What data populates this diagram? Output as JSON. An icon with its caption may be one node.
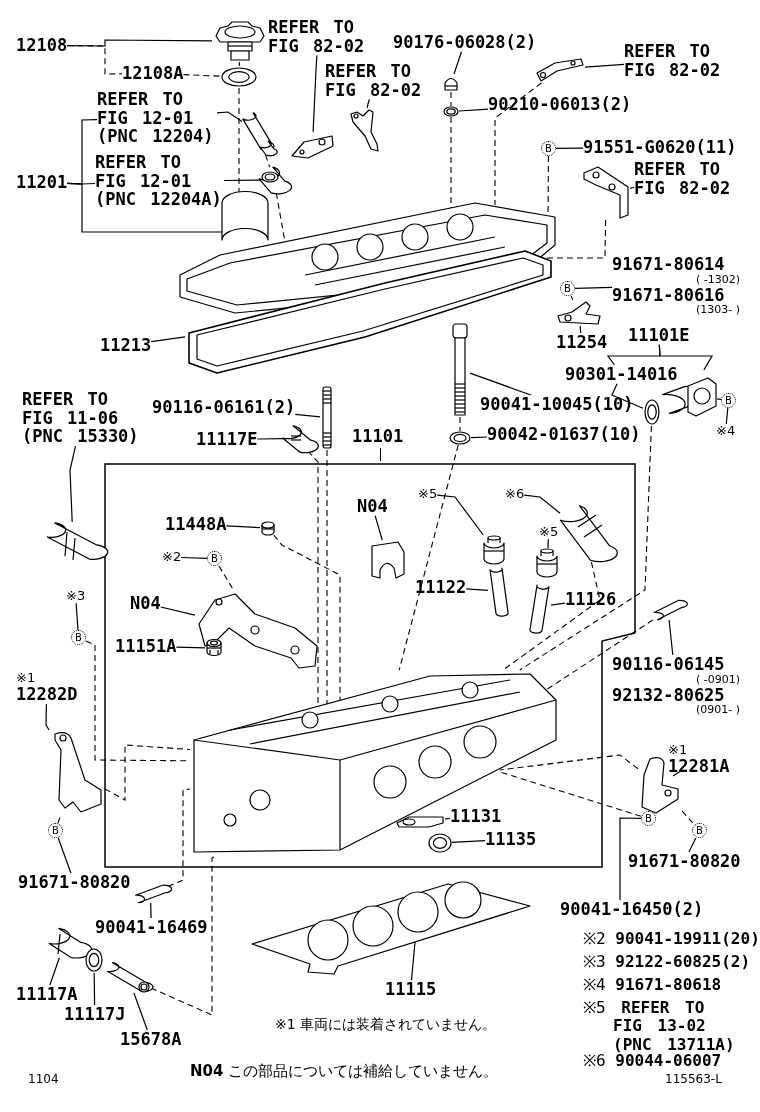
{
  "diagram": {
    "nodes": [
      {
        "text": [
          "12108"
        ]
      },
      {
        "text": [],
        "shape": "picture"
      },
      {
        "text": [
          "12108A"
        ]
      },
      {
        "text": [],
        "shape": "picture"
      },
      {
        "text": [
          "REFER TO FIG 82-02"
        ]
      },
      {
        "text": [
          "REFER TO FIG 82-02"
        ]
      },
      {
        "text": [],
        "shape": "picture"
      },
      {
        "text": [],
        "shape": "picture"
      },
      {
        "text": [
          "90176-06028(2)"
        ]
      },
      {
        "text": [],
        "shape": "picture"
      },
      {
        "text": [
          "90210-06013(2)"
        ]
      },
      {
        "text": [],
        "shape": "picture"
      },
      {
        "text": [
          "REFER TO FIG 82-02"
        ]
      },
      {
        "text": [],
        "shape": "picture"
      },
      {
        "text": [
          "REFER TO FIG 12-01 (PNC 12204)"
        ]
      },
      {
        "text": [],
        "shape": "picture"
      },
      {
        "text": [
          "11201"
        ]
      },
      {
        "text": [
          "REFER TO FIG 12-01 (PNC 12204A)"
        ]
      },
      {
        "text": [],
        "shape": "picture"
      },
      {
        "text": [
          "B"
        ]
      },
      {
        "text": [
          "91551-G0620(11)"
        ]
      },
      {
        "text": [
          "REFER TO FIG 82-02"
        ]
      },
      {
        "text": [],
        "shape": "picture"
      },
      {
        "text": [],
        "shape": "picture"
      },
      {
        "text": [
          "91671-80614",
          "( -1302)",
          "91671-80616",
          "(1303- )"
        ]
      },
      {
        "text": [
          "B"
        ]
      },
      {
        "text": [],
        "shape": "picture"
      },
      {
        "text": [
          "11213"
        ]
      },
      {
        "text": [],
        "shape": "picture"
      },
      {
        "text": [
          "11254"
        ]
      },
      {
        "text": [
          "11101E"
        ]
      },
      {
        "text": [
          "90301-14016"
        ]
      },
      {
        "text": [],
        "shape": "picture"
      },
      {
        "text": [],
        "shape": "picture"
      },
      {
        "text": [
          "B"
        ]
      },
      {
        "text": [
          "※4"
        ]
      },
      {
        "text": [
          "90116-06161(2)"
        ]
      },
      {
        "text": [],
        "shape": "picture"
      },
      {
        "text": [
          "90041-10045(10)"
        ]
      },
      {
        "text": [],
        "shape": "picture"
      },
      {
        "text": [
          "90042-01637(10)"
        ]
      },
      {
        "text": [],
        "shape": "picture"
      },
      {
        "text": [
          "REFER TO FIG 11-06 (PNC 15330)"
        ]
      },
      {
        "text": [
          "11117E"
        ]
      },
      {
        "text": [],
        "shape": "picture"
      },
      {
        "text": [],
        "shape": "picture"
      },
      {
        "text": [
          "11101"
        ]
      },
      {
        "text": [
          "11448A"
        ],
        "in": 46
      },
      {
        "text": [],
        "shape": "picture",
        "in": 46
      },
      {
        "text": [
          "※2"
        ],
        "in": 46
      },
      {
        "text": [
          "B"
        ],
        "in": 46
      },
      {
        "text": [
          "N04"
        ],
        "in": 46
      },
      {
        "text": [],
        "shape": "picture",
        "in": 46
      },
      {
        "text": [
          "N04"
        ],
        "in": 46
      },
      {
        "text": [],
        "shape": "picture",
        "in": 46
      },
      {
        "text": [
          "11151A"
        ],
        "in": 46
      },
      {
        "text": [],
        "shape": "picture",
        "in": 46
      },
      {
        "text": [
          "※5"
        ],
        "in": 46
      },
      {
        "text": [],
        "shape": "picture",
        "in": 46
      },
      {
        "text": [
          "※6"
        ],
        "in": 46
      },
      {
        "text": [],
        "shape": "picture",
        "in": 46
      },
      {
        "text": [
          "※5"
        ],
        "in": 46
      },
      {
        "text": [],
        "shape": "picture",
        "in": 46
      },
      {
        "text": [
          "11122"
        ],
        "in": 46
      },
      {
        "text": [],
        "shape": "picture",
        "in": 46
      },
      {
        "text": [
          "11126"
        ],
        "in": 46
      },
      {
        "text": [],
        "shape": "picture",
        "in": 46
      },
      {
        "text": [],
        "shape": "picture",
        "in": 46
      },
      {
        "text": [
          "11131"
        ],
        "in": 46
      },
      {
        "text": [],
        "shape": "picture",
        "in": 46
      },
      {
        "text": [
          "11135"
        ],
        "in": 46
      },
      {
        "text": [],
        "shape": "picture",
        "in": 46
      },
      {
        "text": [
          "※3"
        ]
      },
      {
        "text": [
          "B"
        ]
      },
      {
        "text": [
          "※1",
          "12282D"
        ]
      },
      {
        "text": [],
        "shape": "picture"
      },
      {
        "text": [
          "B"
        ]
      },
      {
        "text": [
          "91671-80820"
        ]
      },
      {
        "text": [
          "90116-06145",
          "( -0901)",
          "92132-80625",
          "(0901- )"
        ]
      },
      {
        "text": [],
        "shape": "picture"
      },
      {
        "text": [
          "※1",
          "12281A"
        ]
      },
      {
        "text": [],
        "shape": "picture"
      },
      {
        "text": [
          "B"
        ]
      },
      {
        "text": [
          "91671-80820"
        ]
      },
      {
        "text": [
          "B"
        ]
      },
      {
        "text": [
          "90041-16450(2)"
        ]
      },
      {
        "text": [],
        "shape": "picture"
      },
      {
        "text": [
          "90041-16469"
        ]
      },
      {
        "text": [],
        "shape": "picture"
      },
      {
        "text": [
          "11117A"
        ]
      },
      {
        "text": [],
        "shape": "picture"
      },
      {
        "text": [
          "11117J"
        ]
      },
      {
        "text": [],
        "shape": "picture"
      },
      {
        "text": [
          "15678A"
        ]
      },
      {
        "text": [],
        "shape": "picture"
      },
      {
        "text": [
          "11115"
        ]
      }
    ],
    "edges": [
      {
        "from": 0,
        "to": 1,
        "arrow": "none"
      },
      {
        "from": 0,
        "to": 2,
        "arrow": "none",
        "style": "dashed"
      },
      {
        "from": 2,
        "to": 3,
        "arrow": "none",
        "style": "dashed"
      },
      {
        "from": 1,
        "to": 3,
        "arrow": "none",
        "style": "dashed"
      },
      {
        "from": 3,
        "to": 23,
        "arrow": "none",
        "style": "dashed"
      },
      {
        "from": 4,
        "to": 6,
        "arrow": "none"
      },
      {
        "from": 5,
        "to": 7,
        "arrow": "none"
      },
      {
        "from": 8,
        "to": 9,
        "arrow": "none"
      },
      {
        "from": 10,
        "to": 11,
        "arrow": "none"
      },
      {
        "from": 9,
        "to": 11,
        "arrow": "none",
        "style": "dashed"
      },
      {
        "from": 11,
        "to": 23,
        "arrow": "none",
        "style": "dashed"
      },
      {
        "from": 12,
        "to": 13,
        "arrow": "none"
      },
      {
        "from": 13,
        "to": 23,
        "arrow": "none",
        "style": "dashed"
      },
      {
        "from": 14,
        "to": 15,
        "arrow": "none"
      },
      {
        "from": 16,
        "to": 14,
        "arrow": "none"
      },
      {
        "from": 16,
        "to": 17,
        "arrow": "none"
      },
      {
        "from": 16,
        "to": 23,
        "arrow": "none"
      },
      {
        "from": 17,
        "to": 18,
        "arrow": "none"
      },
      {
        "from": 15,
        "to": 18,
        "arrow": "none",
        "style": "dashed"
      },
      {
        "from": 18,
        "to": 23,
        "arrow": "none",
        "style": "dashed"
      },
      {
        "from": 20,
        "to": 19,
        "arrow": "none"
      },
      {
        "from": 19,
        "to": 23,
        "arrow": "none",
        "style": "dashed"
      },
      {
        "from": 21,
        "to": 22,
        "arrow": "none"
      },
      {
        "from": 22,
        "to": 23,
        "arrow": "none",
        "style": "dashed"
      },
      {
        "from": 24,
        "to": 25,
        "arrow": "none"
      },
      {
        "from": 25,
        "to": 28,
        "arrow": "none",
        "style": "dashed"
      },
      {
        "from": 27,
        "to": 26,
        "arrow": "none"
      },
      {
        "from": 29,
        "to": 28,
        "arrow": "none"
      },
      {
        "from": 30,
        "to": 31,
        "arrow": "none"
      },
      {
        "from": 30,
        "to": 33,
        "arrow": "none"
      },
      {
        "from": 31,
        "to": 32,
        "arrow": "none"
      },
      {
        "from": 34,
        "to": 33,
        "arrow": "none",
        "style": "dashed"
      },
      {
        "from": 35,
        "to": 34,
        "arrow": "none"
      },
      {
        "from": 36,
        "to": 37,
        "arrow": "none"
      },
      {
        "from": 38,
        "to": 39,
        "arrow": "none"
      },
      {
        "from": 40,
        "to": 41,
        "arrow": "none"
      },
      {
        "from": 39,
        "to": 41,
        "arrow": "none",
        "style": "dashed"
      },
      {
        "from": 41,
        "to": 67,
        "arrow": "none",
        "style": "dashed"
      },
      {
        "from": 37,
        "to": 67,
        "arrow": "none",
        "style": "dashed"
      },
      {
        "from": 42,
        "to": 45,
        "arrow": "none"
      },
      {
        "from": 43,
        "to": 44,
        "arrow": "none"
      },
      {
        "from": 44,
        "to": 67,
        "arrow": "none",
        "style": "dashed"
      },
      {
        "from": 32,
        "to": 67,
        "arrow": "none",
        "style": "dashed"
      },
      {
        "from": 47,
        "to": 48,
        "arrow": "none"
      },
      {
        "from": 48,
        "to": 67,
        "arrow": "none",
        "style": "dashed"
      },
      {
        "from": 49,
        "to": 50,
        "arrow": "none"
      },
      {
        "from": 50,
        "to": 54,
        "arrow": "none",
        "style": "dashed"
      },
      {
        "from": 51,
        "to": 52,
        "arrow": "none"
      },
      {
        "from": 53,
        "to": 54,
        "arrow": "none"
      },
      {
        "from": 55,
        "to": 56,
        "arrow": "none"
      },
      {
        "from": 57,
        "to": 58,
        "arrow": "none"
      },
      {
        "from": 59,
        "to": 60,
        "arrow": "none"
      },
      {
        "from": 61,
        "to": 62,
        "arrow": "none"
      },
      {
        "from": 63,
        "to": 64,
        "arrow": "none"
      },
      {
        "from": 65,
        "to": 66,
        "arrow": "none"
      },
      {
        "from": 60,
        "to": 67,
        "arrow": "none",
        "style": "dashed"
      },
      {
        "from": 68,
        "to": 69,
        "arrow": "none"
      },
      {
        "from": 70,
        "to": 71,
        "arrow": "none"
      },
      {
        "from": 72,
        "to": 73,
        "arrow": "none"
      },
      {
        "from": 73,
        "to": 67,
        "arrow": "none",
        "style": "dashed"
      },
      {
        "from": 74,
        "to": 75,
        "arrow": "none"
      },
      {
        "from": 76,
        "to": 75,
        "arrow": "none",
        "style": "dashed"
      },
      {
        "from": 77,
        "to": 76,
        "arrow": "none"
      },
      {
        "from": 75,
        "to": 67,
        "arrow": "none",
        "style": "dashed"
      },
      {
        "from": 78,
        "to": 79,
        "arrow": "none"
      },
      {
        "from": 79,
        "to": 67,
        "arrow": "none",
        "style": "dashed"
      },
      {
        "from": 80,
        "to": 81,
        "arrow": "none"
      },
      {
        "from": 81,
        "to": 67,
        "arrow": "none",
        "style": "dashed"
      },
      {
        "from": 82,
        "to": 81,
        "arrow": "none",
        "style": "dashed"
      },
      {
        "from": 83,
        "to": 82,
        "arrow": "none"
      },
      {
        "from": 85,
        "to": 84,
        "arrow": "none"
      },
      {
        "from": 84,
        "to": 67,
        "arrow": "none",
        "style": "dashed"
      },
      {
        "from": 87,
        "to": 86,
        "arrow": "none"
      },
      {
        "from": 86,
        "to": 67,
        "arrow": "none",
        "style": "dashed"
      },
      {
        "from": 89,
        "to": 88,
        "arrow": "none"
      },
      {
        "from": 91,
        "to": 90,
        "arrow": "none"
      },
      {
        "from": 93,
        "to": 92,
        "arrow": "none"
      },
      {
        "from": 92,
        "to": 67,
        "arrow": "none",
        "style": "dashed"
      },
      {
        "from": 95,
        "to": 94,
        "arrow": "none"
      }
    ],
    "labels": [
      "※1 車両には装着されていません。",
      "※2 **90041-19911(20)**",
      "※3 **92122-60825(2)**",
      "※4 **91671-80618**",
      "※5 **REFER TO FIG 13-02 (PNC 13711A)**",
      "※6 **90044-06007**",
      "**N04** この部品については補給していません。",
      "1104",
      "115563-L"
    ]
  }
}
